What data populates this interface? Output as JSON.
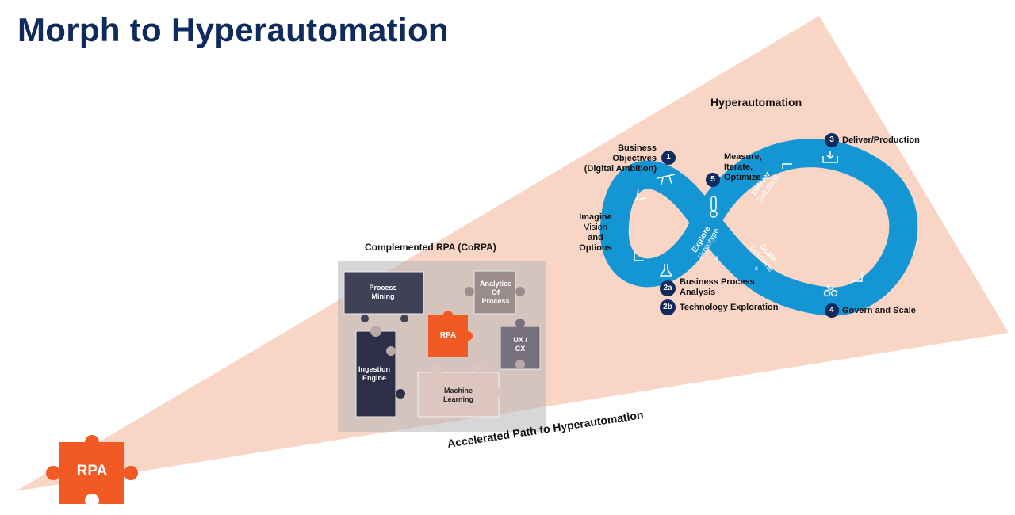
{
  "title": "Morph to Hyperautomation",
  "hyperautomation": {
    "heading": "Hyperautomation",
    "steps": {
      "s1_num": "1",
      "s1_label_l1": "Business",
      "s1_label_l2": "Objectives",
      "s1_label_l3": "(Digital Ambition)",
      "s2a_num": "2a",
      "s2a_label_l1": "Business Process",
      "s2a_label_l2": "Analysis",
      "s2b_num": "2b",
      "s2b_label": "Technology Exploration",
      "s3_num": "3",
      "s3_label": "Deliver/Production",
      "s4_num": "4",
      "s4_label": "Govern and Scale",
      "s5_num": "5",
      "s5_label_l1": "Measure,",
      "s5_label_l2": "Iterate,",
      "s5_label_l3": "Optimize"
    },
    "imagine": {
      "l1": "Imagine",
      "l2": "Vision",
      "l3": "and",
      "l4": "Options"
    },
    "loop_text": {
      "explore_bold": "Explore",
      "explore_rest": "Prototype",
      "explore_tail": "s",
      "deliver_bold": "Deliver",
      "deliver_rest": "Solutions",
      "scale_bold": "Scale",
      "scale_rest": "Outcome",
      "scale_tail": "s"
    },
    "colors": {
      "loop": "#1596d4",
      "badge": "#0f2a5c"
    }
  },
  "corpa": {
    "heading": "Complemented RPA (CoRPA)",
    "pieces": {
      "process_mining_l1": "Process",
      "process_mining_l2": "Mining",
      "analytics_l1": "Analytics",
      "analytics_l2": "Of",
      "analytics_l3": "Process",
      "rpa": "RPA",
      "uxcx_l1": "UX /",
      "uxcx_l2": "CX",
      "ingestion_l1": "Ingestion",
      "ingestion_l2": "Engine",
      "ml_l1": "Machine",
      "ml_l2": "Learning"
    }
  },
  "rpa_piece": {
    "label": "RPA",
    "color": "#f15a22"
  },
  "path_label": "Accelerated Path to Hyperautomation",
  "colors": {
    "title": "#0f2a5c",
    "cone": "#f9d5c6"
  }
}
